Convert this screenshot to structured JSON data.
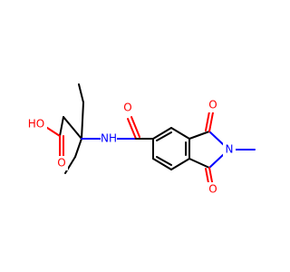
{
  "colors": {
    "carbon": "#000000",
    "oxygen": "#ff0000",
    "nitrogen": "#0000ff",
    "background": "#ffffff"
  },
  "atoms": {
    "hydroxyl_label": "HO",
    "acid_carbonyl_o": "O",
    "amide_n": "NH",
    "amide_o": "O",
    "imide_o_top": "O",
    "imide_n": "N",
    "imide_o_bottom": "O"
  }
}
